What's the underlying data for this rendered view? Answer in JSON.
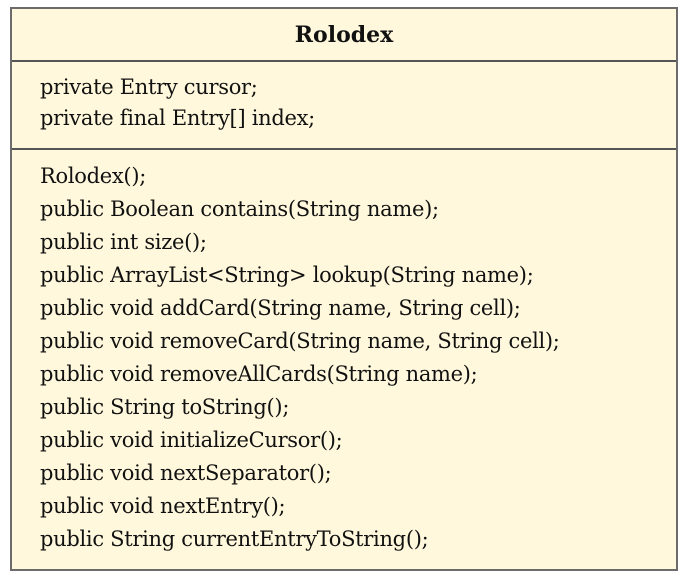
{
  "diagram": {
    "type": "uml-class",
    "class_name": "Rolodex",
    "attributes": [
      "private Entry cursor;",
      "private final Entry[] index;"
    ],
    "methods": [
      "Rolodex();",
      "public Boolean contains(String name);",
      "public int size();",
      "public ArrayList<String> lookup(String name);",
      "public void addCard(String name, String cell);",
      "public void removeCard(String name, String cell);",
      "public void removeAllCards(String name);",
      "public String toString();",
      "public void initializeCursor();",
      "public void nextSeparator();",
      "public void nextEntry();",
      "public String currentEntryToString();"
    ],
    "colors": {
      "fill": "#fff8dc",
      "border": "#6b6b6b"
    }
  }
}
